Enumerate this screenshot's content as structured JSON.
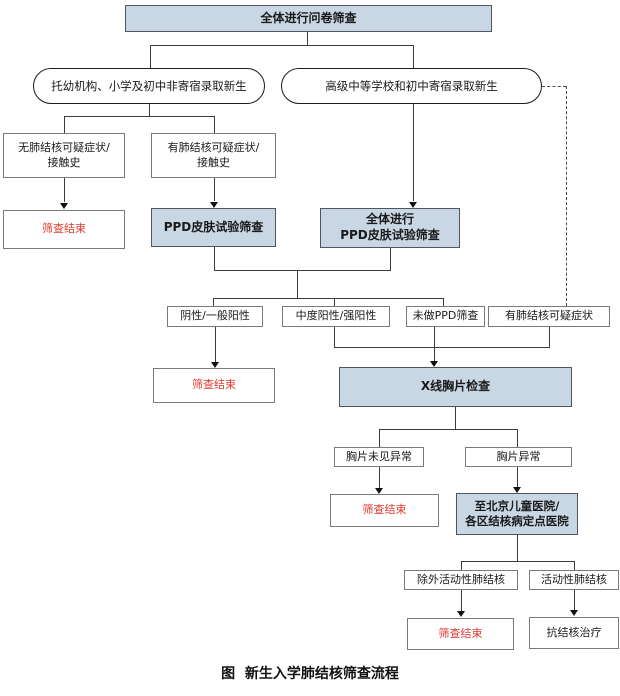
{
  "diagram": {
    "title": "新生入学肺结核筛查流程图",
    "caption": "图  新生入学肺结核筛查流程",
    "colors": {
      "node_fill_blue": "#c9d6e4",
      "end_text_red": "#e0392e",
      "line": "#3c3c3c"
    },
    "nodes": {
      "questionnaire": "全体进行问卷筛查",
      "group_nonboarding": "托幼机构、小学及初中非寄宿录取新生",
      "group_boarding": "高级中等学校和初中寄宿录取新生",
      "no_symptom_history": "无肺结核可疑症状/\n接触史",
      "symptom_history": "有肺结核可疑症状/\n接触史",
      "screening_end_1": "筛查结束",
      "ppd_screening": "PPD皮肤试验筛查",
      "ppd_screening_all": "全体进行\nPPD皮肤试验筛查",
      "negative_general": "阴性/一般阳性",
      "moderate_strong": "中度阳性/强阳性",
      "no_ppd_test": "未做PPD筛查",
      "suspected_symptoms": "有肺结核可疑症状",
      "screening_end_2": "筛查结束",
      "xray_exam": "X线胸片检查",
      "xray_normal": "胸片未见异常",
      "xray_abnormal": "胸片异常",
      "screening_end_3": "筛查结束",
      "hospital_referral": "至北京儿童医院/\n各区结核病定点医院",
      "exclude_active_tb": "除外活动性肺结核",
      "active_tb": "活动性肺结核",
      "screening_end_4": "筛查结束",
      "anti_tb_treatment": "抗结核治疗"
    }
  }
}
